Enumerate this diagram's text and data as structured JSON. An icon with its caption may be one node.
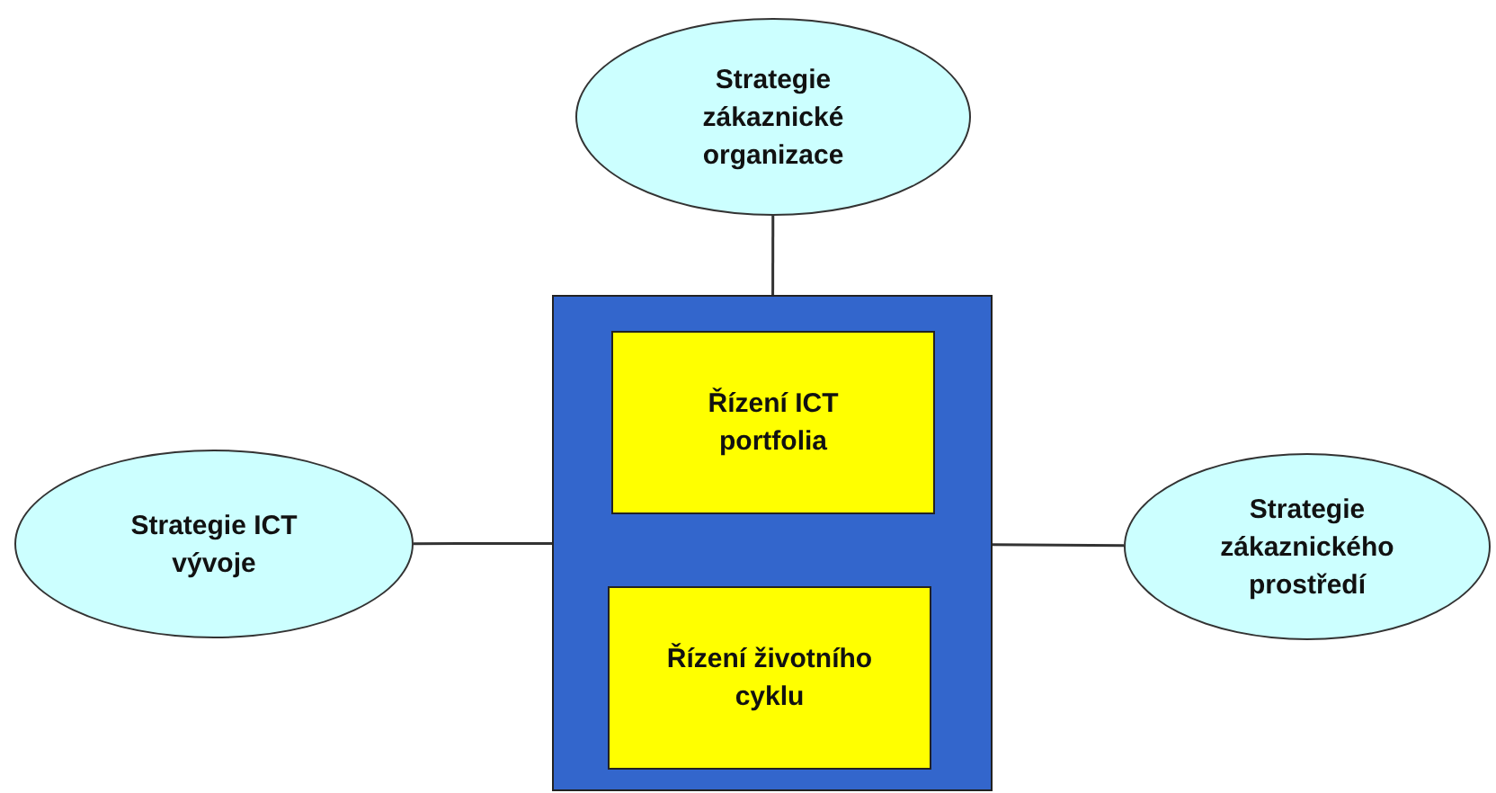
{
  "diagram": {
    "nodes": [
      {
        "text": [
          "Strategie zákaznické organizace"
        ]
      },
      {
        "text": [
          "Strategie ICT vývoje"
        ]
      },
      {
        "text": [],
        "shape": "box"
      },
      {
        "text": [
          "Řízení ICT portfolia"
        ],
        "in": 2
      },
      {
        "text": [
          "Řízení životního cyklu"
        ],
        "in": 2
      },
      {
        "text": [
          "Strategie zákaznického prostředí"
        ]
      }
    ],
    "edges": [
      {
        "from": 0,
        "to": 2,
        "arrow": "none"
      },
      {
        "from": 1,
        "to": 2,
        "arrow": "none"
      },
      {
        "from": 2,
        "to": 5,
        "arrow": "none"
      }
    ]
  }
}
